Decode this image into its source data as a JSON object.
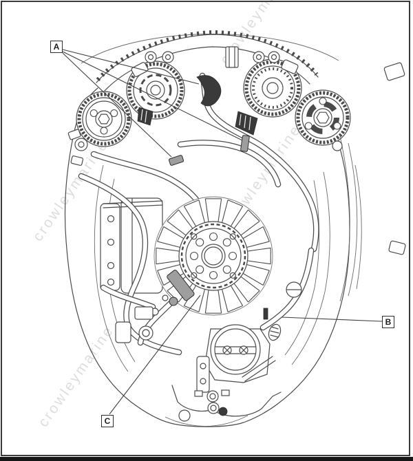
{
  "figure": {
    "description": "Outboard motor powerhead technical line drawing with callout labels",
    "background_color": "#ffffff",
    "line_color": "#4a4a4a",
    "frame_color": "#3a3a3a",
    "highlight_fill": "#9e9e9e",
    "dark_fill": "#3a3a3a",
    "bottom_bar_color": "#161616"
  },
  "watermark": {
    "text": "crowleymarine",
    "color": "#c3c3c3"
  },
  "callouts": {
    "a": {
      "label": "A"
    },
    "b": {
      "label": "B"
    },
    "c": {
      "label": "C"
    }
  }
}
